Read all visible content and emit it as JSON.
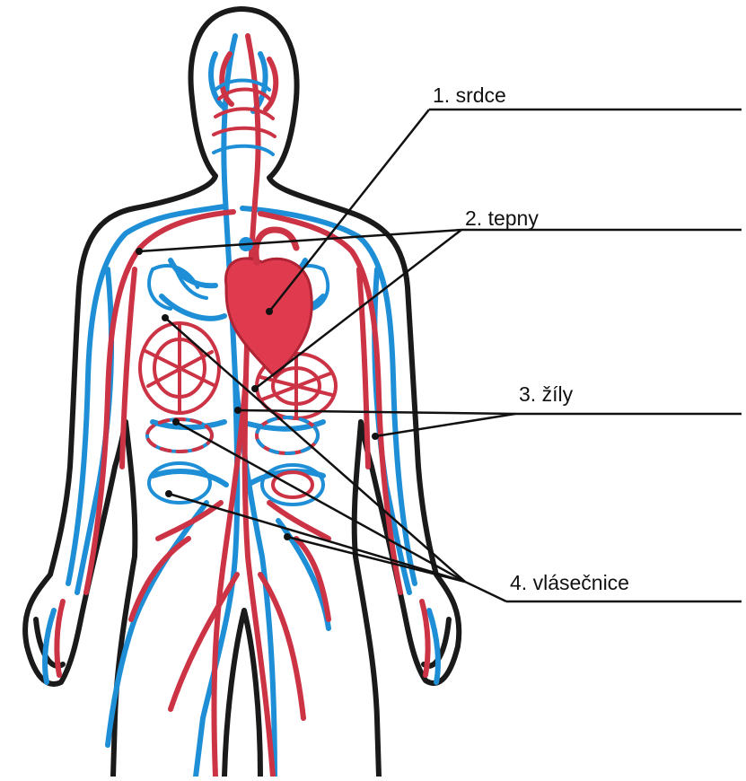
{
  "labels": [
    {
      "number": "1.",
      "text": "srdce"
    },
    {
      "number": "2.",
      "text": "tepny"
    },
    {
      "number": "3.",
      "text": "žíly"
    },
    {
      "number": "4.",
      "text": "vlásečnice"
    }
  ],
  "colors": {
    "artery": "#cc3344",
    "vein": "#1e8fd6",
    "heart": "#e03a4e",
    "outline": "#1a1a1a",
    "leader": "#111111"
  }
}
